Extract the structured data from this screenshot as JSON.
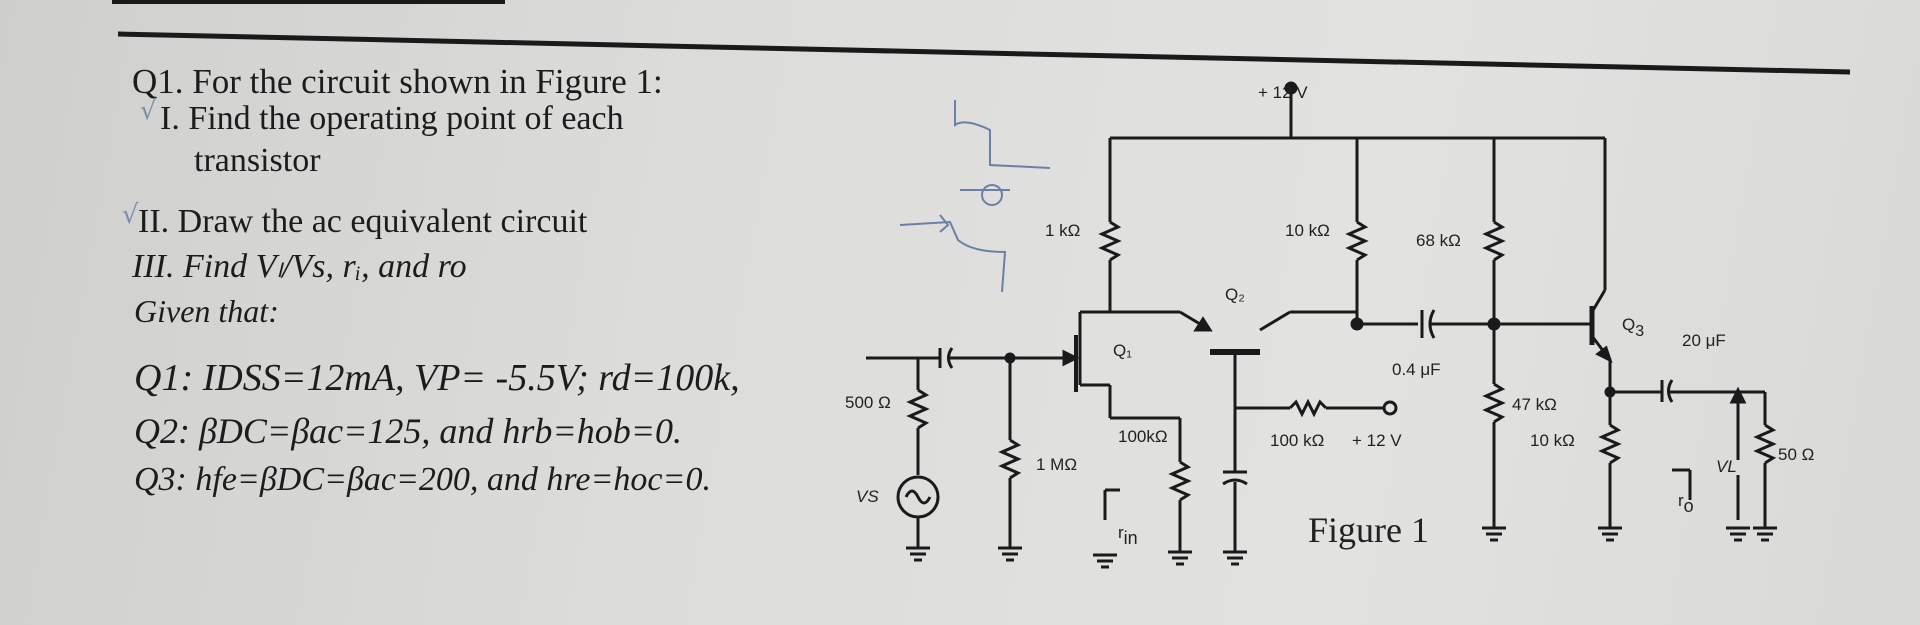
{
  "question": {
    "title": "Q1. For the circuit shown in Figure 1:",
    "item1_line1": "I. Find the operating point of each",
    "item1_line2": "transistor",
    "item2": "II. Draw the ac equivalent circuit",
    "item3": "III. Find Vₗ/Vs, rᵢ, and ro",
    "given": "Given that:",
    "q1_params": "Q1: IDSS=12mA, VP= -5.5V; rd=100k,",
    "q2_params": "Q2: βDC=βac=125, and hrb=hob=0.",
    "q3_params": "Q3: hfe=βDC=βac=200, and hre=hoc=0."
  },
  "circuit": {
    "supply_top": "+ 12 V",
    "r_1k": "1 kΩ",
    "r_10k": "10 kΩ",
    "r_68k": "68 kΩ",
    "r_500": "500 Ω",
    "r_1M": "1 MΩ",
    "r_100k_src": "100kΩ",
    "r_100k_base": "100 kΩ",
    "supply_base": "+ 12 V",
    "c_04": "0.4 μF",
    "r_47k": "47 kΩ",
    "r_10k_e": "10 kΩ",
    "c_20": "20 μF",
    "r_50": "50 Ω",
    "q1_label": "Q₁",
    "q2_label": "Q₂",
    "q3_label": "Q",
    "q3_sub": "3",
    "vs_label": "VS",
    "vl_label": "VL",
    "rin_label": "r",
    "rin_sub": "in",
    "ro_label": "r",
    "ro_sub": "o",
    "figure_caption": "Figure 1"
  }
}
